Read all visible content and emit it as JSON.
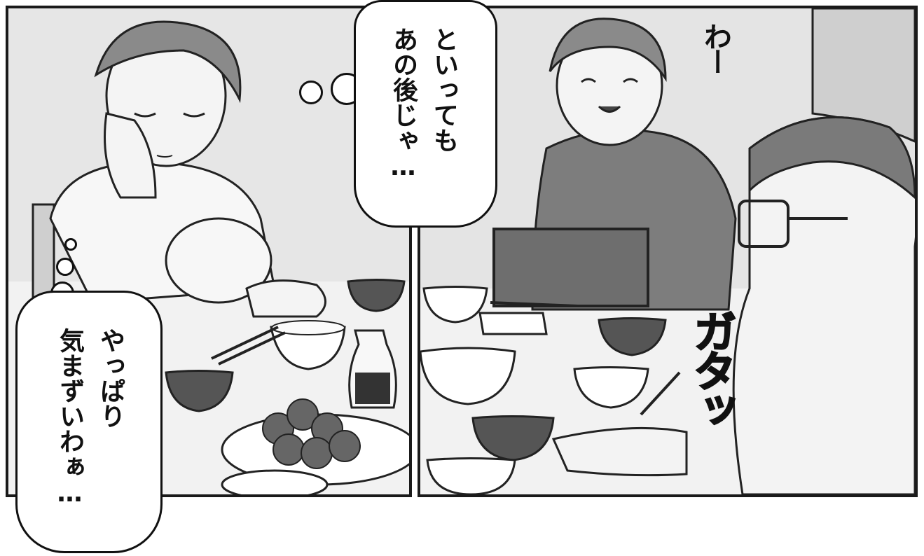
{
  "panels": {
    "left": {
      "thought_bubble_text": "やっぱり\n気まずいわぁ…",
      "characters": [
        "woman-resting-cheek"
      ],
      "props": [
        "rice-bowl",
        "miso-soup-bowl",
        "soy-sauce-bottle",
        "karaage-plate",
        "chopsticks"
      ]
    },
    "right": {
      "sfx_top": "わー",
      "sfx_action": "ガタッ",
      "characters": [
        "smiling-woman",
        "man-with-glasses"
      ],
      "props": [
        "rice-bowl",
        "miso-soup-bowl",
        "stew-bowl",
        "chopsticks",
        "chair"
      ]
    }
  },
  "top_thought": {
    "text": "といっても\nあの後じゃ…"
  },
  "colors": {
    "border": "#1a1a1a",
    "panel_bg": "#e9e9e9",
    "bubble_bg": "#ffffff"
  }
}
